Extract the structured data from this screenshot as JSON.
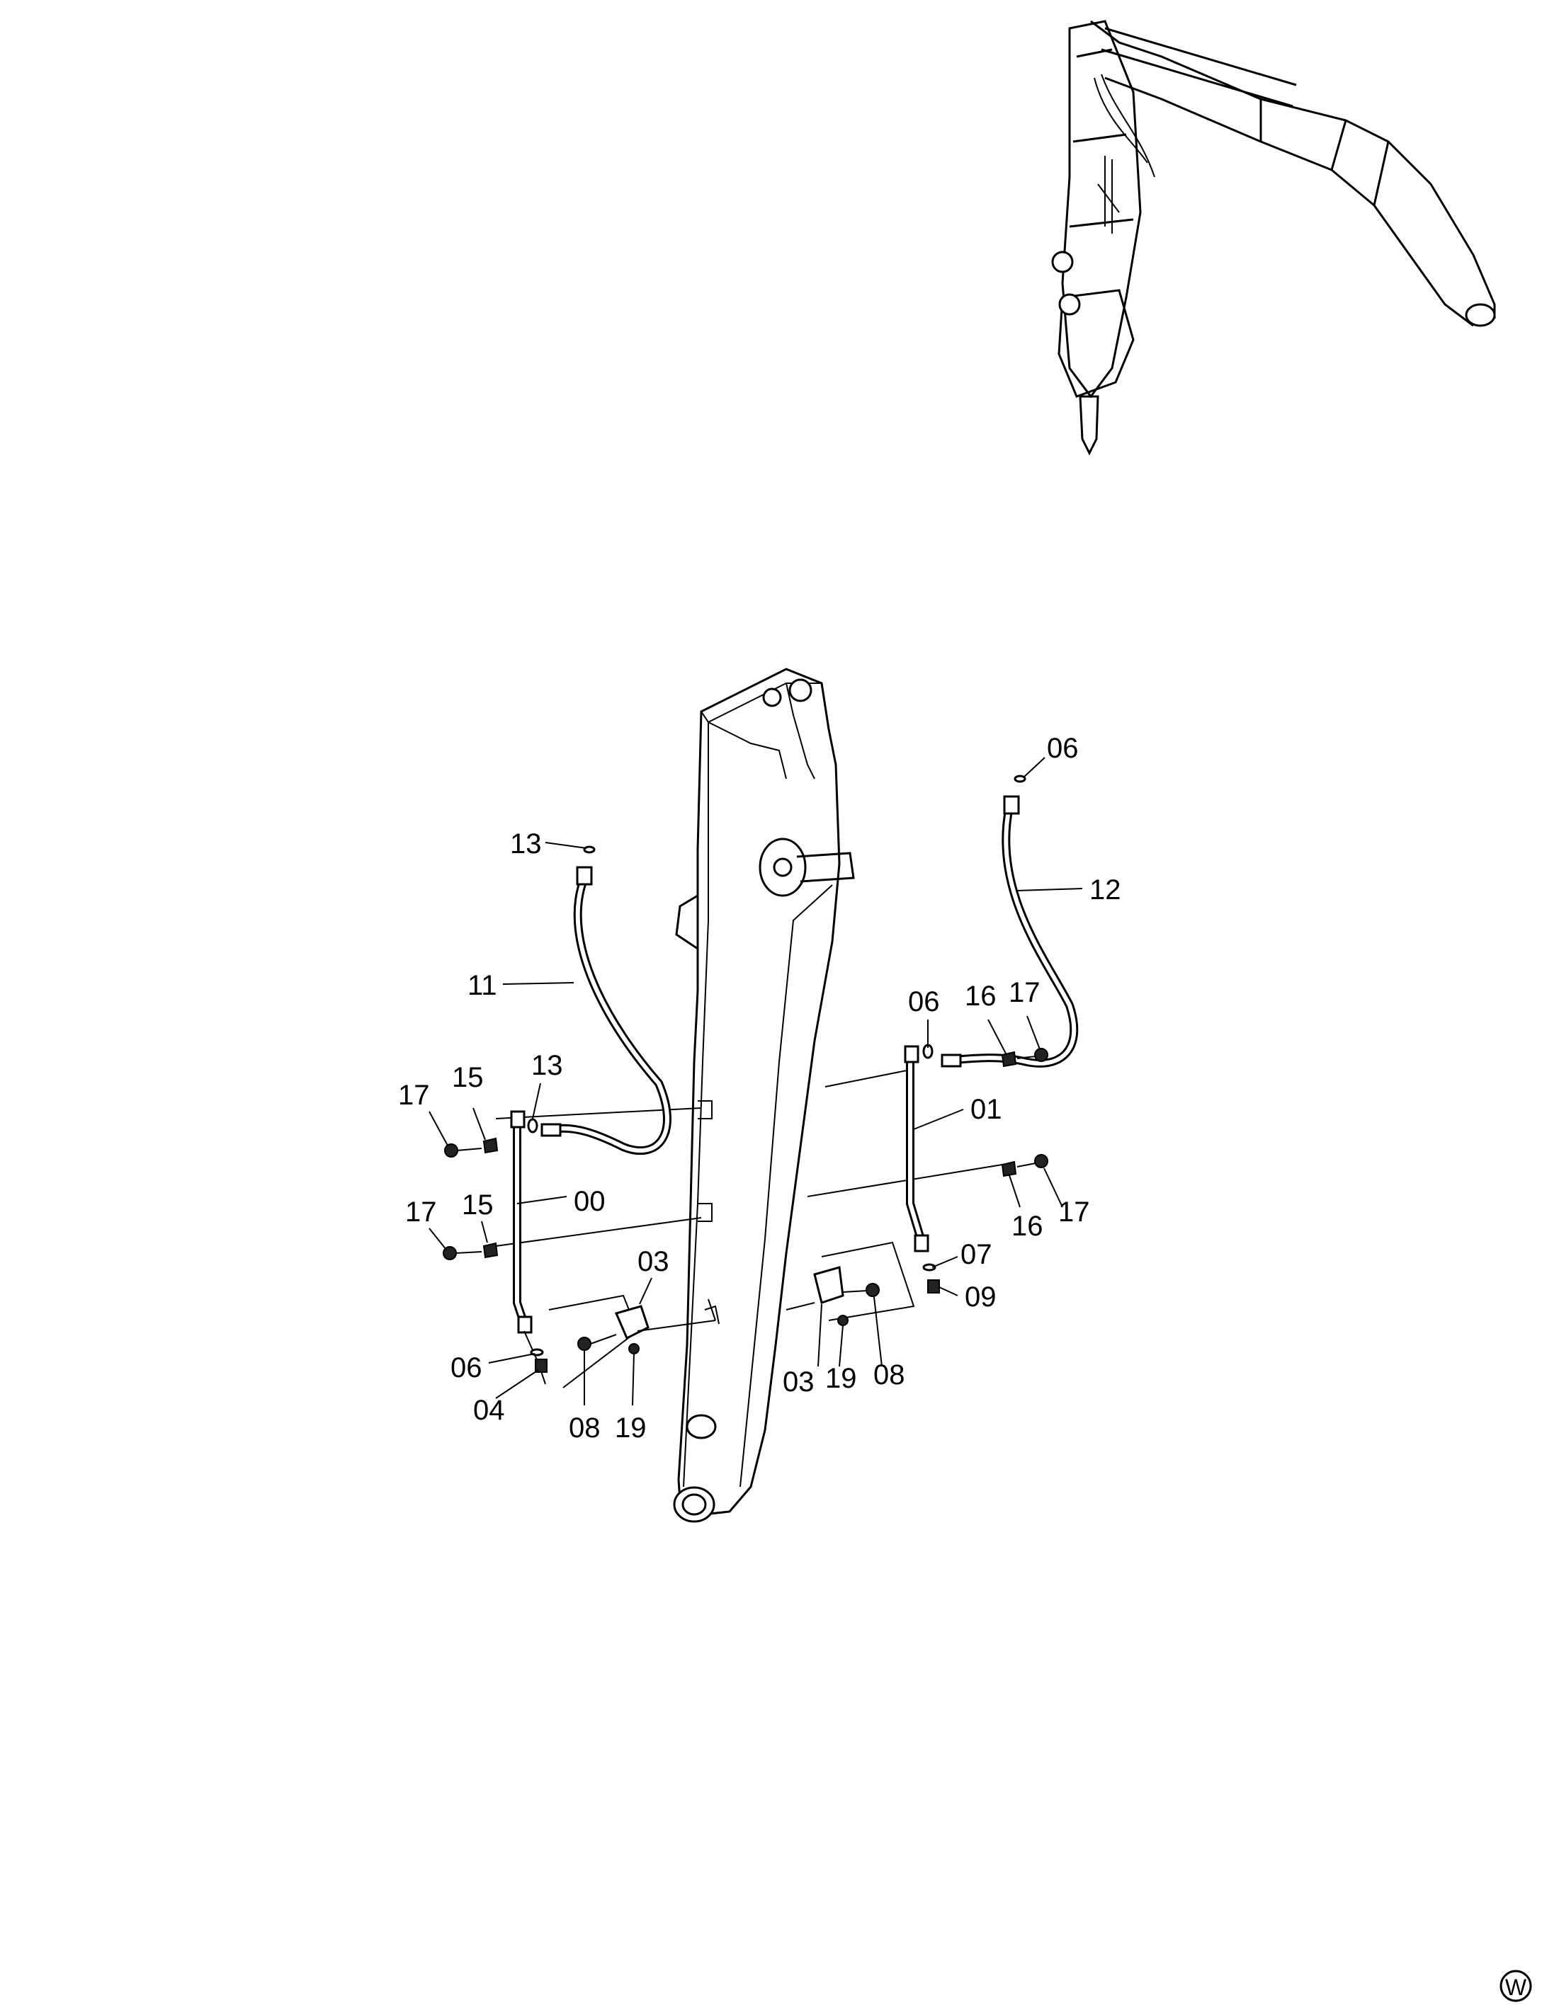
{
  "callouts": [
    {
      "id": "c-13-top",
      "text": "13"
    },
    {
      "id": "c-11",
      "text": "11"
    },
    {
      "id": "c-17-a",
      "text": "17"
    },
    {
      "id": "c-15-a",
      "text": "15"
    },
    {
      "id": "c-13-b",
      "text": "13"
    },
    {
      "id": "c-00",
      "text": "00"
    },
    {
      "id": "c-17-b",
      "text": "17"
    },
    {
      "id": "c-15-b",
      "text": "15"
    },
    {
      "id": "c-03-l",
      "text": "03"
    },
    {
      "id": "c-06-l",
      "text": "06"
    },
    {
      "id": "c-04",
      "text": "04"
    },
    {
      "id": "c-08-l",
      "text": "08"
    },
    {
      "id": "c-19-l",
      "text": "19"
    },
    {
      "id": "c-06-top",
      "text": "06"
    },
    {
      "id": "c-12",
      "text": "12"
    },
    {
      "id": "c-06-r",
      "text": "06"
    },
    {
      "id": "c-16-a",
      "text": "16"
    },
    {
      "id": "c-17-c",
      "text": "17"
    },
    {
      "id": "c-01",
      "text": "01"
    },
    {
      "id": "c-16-b",
      "text": "16"
    },
    {
      "id": "c-17-d",
      "text": "17"
    },
    {
      "id": "c-07",
      "text": "07"
    },
    {
      "id": "c-09",
      "text": "09"
    },
    {
      "id": "c-03-r",
      "text": "03"
    },
    {
      "id": "c-19-r",
      "text": "19"
    },
    {
      "id": "c-08-r",
      "text": "08"
    }
  ],
  "corner_mark": "W"
}
